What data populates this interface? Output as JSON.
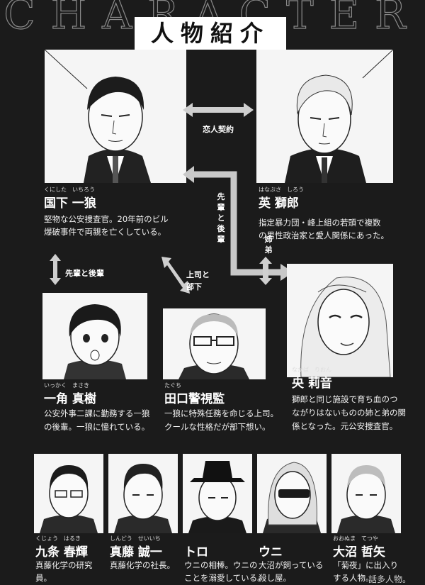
{
  "header": {
    "big_title": "CHARACTER",
    "title": "人物紹介"
  },
  "relations": {
    "lovers": "恋人契約",
    "senior_junior_vertical": "先輩と後輩",
    "siblings": "姉弟",
    "senior_junior": "先輩と後輩",
    "boss_subordinate_1": "上司と",
    "boss_subordinate_2": "部下"
  },
  "characters": {
    "kunishita": {
      "ruby": "くにした　いちろう",
      "name": "国下 一狼",
      "desc_1": "堅物な公安捜査官。20年前のビル",
      "desc_2": "爆破事件で両親を亡くしている。"
    },
    "hanabusa": {
      "ruby": "はなぶさ　しろう",
      "name": "英 獅郎",
      "desc_1": "指定暴力団・峰上組の若頭で複数",
      "desc_2": "の男性政治家と愛人関係にあった。"
    },
    "ikkaku": {
      "ruby": "いっかく　まさき",
      "name": "一角 真樹",
      "desc_1": "公安外事二課に勤務する一狼",
      "desc_2": "の後輩。一狼に憧れている。"
    },
    "taguchi": {
      "ruby": "たぐち",
      "name": "田口警視監",
      "desc_1": "一狼に特殊任務を命じる上司。",
      "desc_2": "クールな性格だが部下想い。"
    },
    "nakaba": {
      "ruby": "なかば　りおん",
      "name": "央 莉音",
      "desc_1": "獅郎と同じ施設で育ち血のつ",
      "desc_2": "ながりはないものの姉と弟の関",
      "desc_3": "係となった。元公安捜査官。"
    },
    "kujo": {
      "ruby": "くじょう　はるき",
      "name": "九条 春輝",
      "desc_1": "真藤化学の研究",
      "desc_2": "員。"
    },
    "shindo": {
      "ruby": "しんどう　せいいち",
      "name": "真藤 誠一",
      "desc_1": "真藤化学の社長。"
    },
    "toro": {
      "name": "トロ",
      "desc_1": "ウニの相棒。ウニの",
      "desc_2": "ことを溺愛している。"
    },
    "uni": {
      "name": "ウニ",
      "desc_1": "大沼が飼っている",
      "desc_2": "殺し屋。"
    },
    "onuma": {
      "ruby": "おおぬま　てつや",
      "name": "大沼 哲矢",
      "desc_1": "「菊夜」に出入り",
      "desc_2": "する人物。"
    }
  },
  "watermark": "話多人物。",
  "icons": [
    "double-arrow-icon",
    "l-arrow-icon",
    "portrait-illustration"
  ]
}
